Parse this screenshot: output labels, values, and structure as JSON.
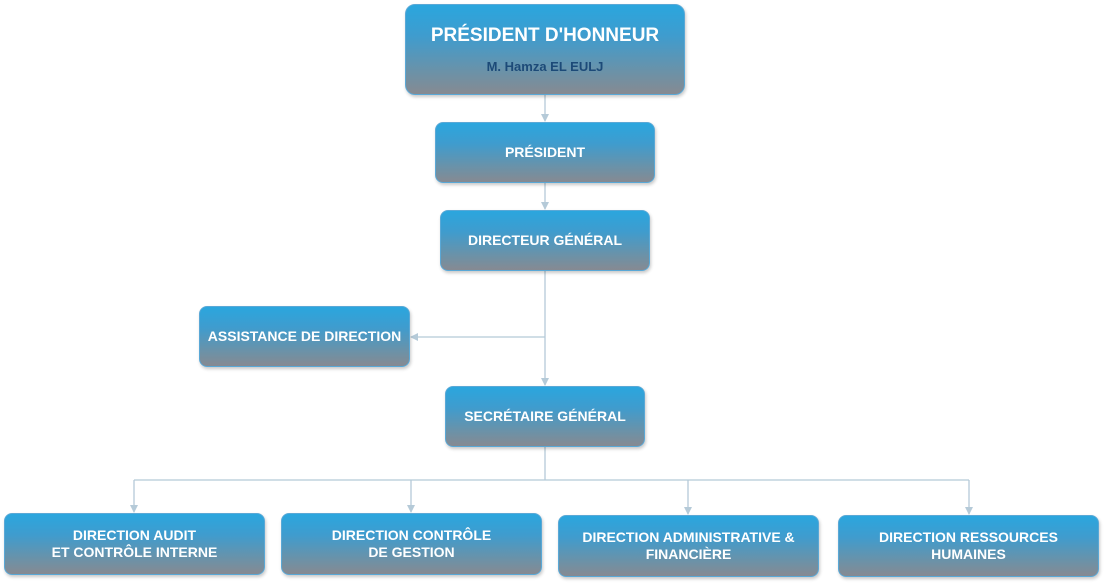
{
  "org_chart": {
    "president_honneur": {
      "title": "PRÉSIDENT D'HONNEUR",
      "name": "M. Hamza EL EULJ"
    },
    "president": "PRÉSIDENT",
    "directeur_general": "DIRECTEUR GÉNÉRAL",
    "assistance": "ASSISTANCE DE DIRECTION",
    "secretaire_general": "SECRÉTAIRE GÉNÉRAL",
    "directions": [
      "DIRECTION AUDIT\nET CONTRÔLE INTERNE",
      "DIRECTION CONTRÔLE\nDE GESTION",
      "DIRECTION ADMINISTRATIVE &\nFINANCIÈRE",
      "DIRECTION RESSOURCES\nHUMAINES"
    ]
  },
  "colors": {
    "box_top": "#2aa6de",
    "box_bottom": "#868a92",
    "connector": "#b5cad8",
    "name_text": "#1c4a78"
  }
}
